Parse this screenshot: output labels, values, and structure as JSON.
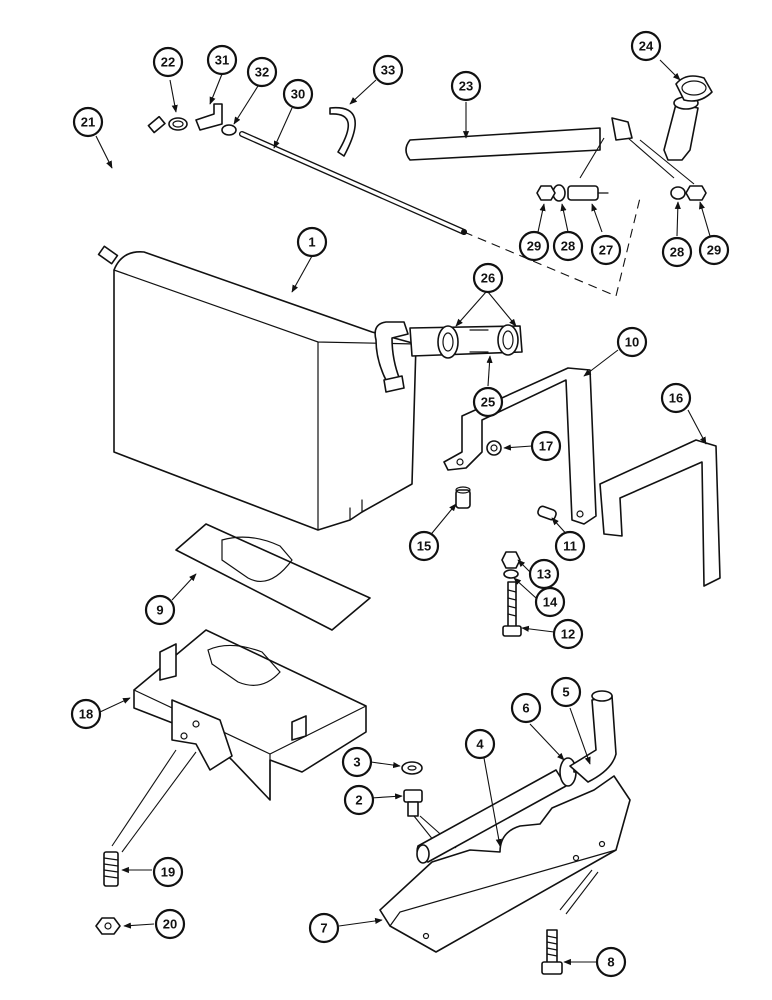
{
  "callouts": [
    "1",
    "2",
    "3",
    "4",
    "5",
    "6",
    "7",
    "8",
    "9",
    "10",
    "11",
    "12",
    "13",
    "14",
    "15",
    "16",
    "17",
    "18",
    "19",
    "20",
    "21",
    "22",
    "23",
    "24",
    "25",
    "26",
    "26",
    "27",
    "28",
    "28",
    "29",
    "29",
    "30",
    "31",
    "32",
    "33"
  ]
}
